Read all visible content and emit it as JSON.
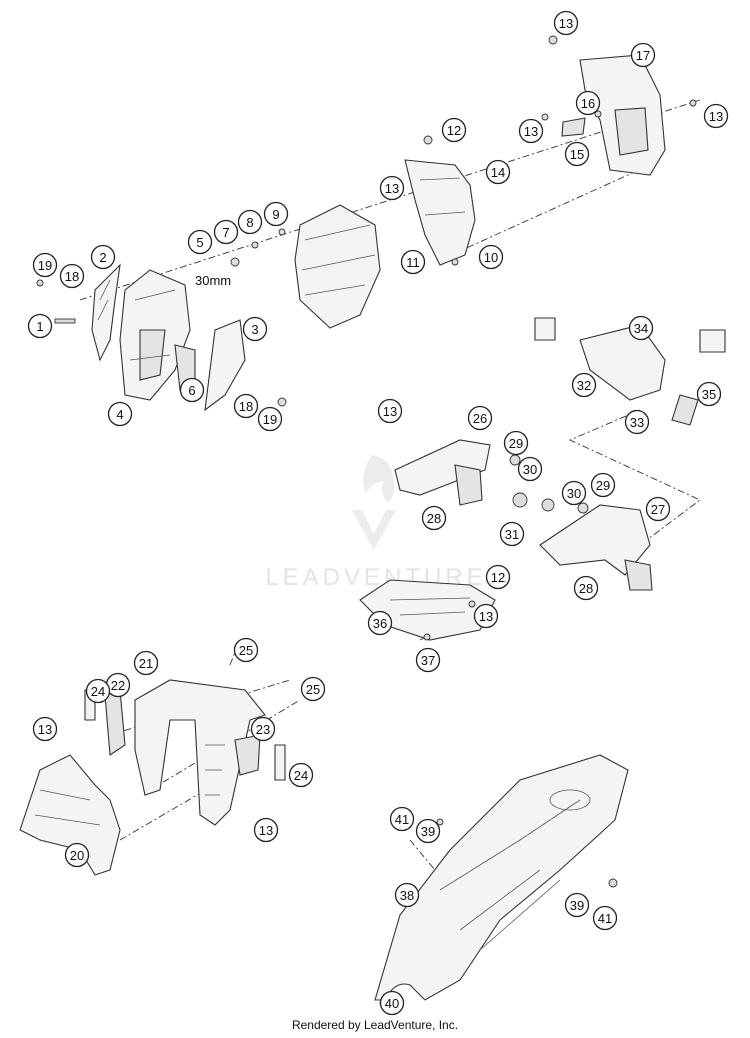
{
  "diagram": {
    "dimension_label": "30mm",
    "watermark_text": "LEADVENTURE",
    "footer": "Rendered by LeadVenture, Inc.",
    "callouts": [
      {
        "n": "1"
      },
      {
        "n": "2"
      },
      {
        "n": "3"
      },
      {
        "n": "4"
      },
      {
        "n": "5"
      },
      {
        "n": "6"
      },
      {
        "n": "7"
      },
      {
        "n": "8"
      },
      {
        "n": "9"
      },
      {
        "n": "10"
      },
      {
        "n": "11"
      },
      {
        "n": "12"
      },
      {
        "n": "12"
      },
      {
        "n": "13"
      },
      {
        "n": "13"
      },
      {
        "n": "13"
      },
      {
        "n": "13"
      },
      {
        "n": "13"
      },
      {
        "n": "13"
      },
      {
        "n": "13"
      },
      {
        "n": "13"
      },
      {
        "n": "14"
      },
      {
        "n": "15"
      },
      {
        "n": "16"
      },
      {
        "n": "17"
      },
      {
        "n": "18"
      },
      {
        "n": "18"
      },
      {
        "n": "19"
      },
      {
        "n": "19"
      },
      {
        "n": "20"
      },
      {
        "n": "21"
      },
      {
        "n": "22"
      },
      {
        "n": "23"
      },
      {
        "n": "24"
      },
      {
        "n": "24"
      },
      {
        "n": "25"
      },
      {
        "n": "25"
      },
      {
        "n": "26"
      },
      {
        "n": "27"
      },
      {
        "n": "28"
      },
      {
        "n": "28"
      },
      {
        "n": "29"
      },
      {
        "n": "29"
      },
      {
        "n": "30"
      },
      {
        "n": "30"
      },
      {
        "n": "31"
      },
      {
        "n": "32"
      },
      {
        "n": "33"
      },
      {
        "n": "34"
      },
      {
        "n": "35"
      },
      {
        "n": "36"
      },
      {
        "n": "37"
      },
      {
        "n": "38"
      },
      {
        "n": "39"
      },
      {
        "n": "39"
      },
      {
        "n": "40"
      },
      {
        "n": "41"
      },
      {
        "n": "41"
      }
    ]
  }
}
